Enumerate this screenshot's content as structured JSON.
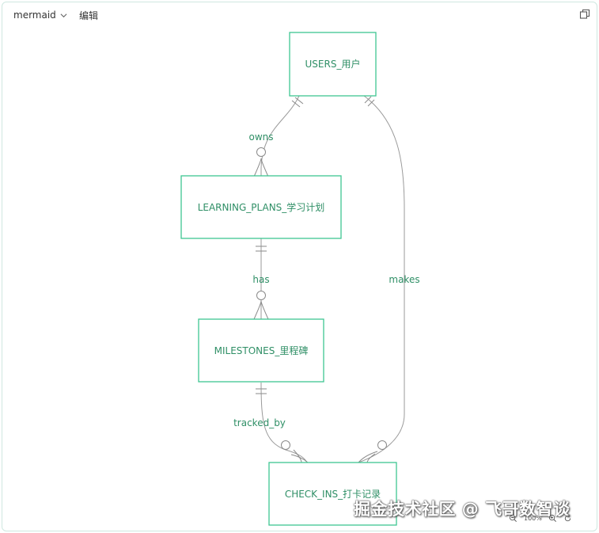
{
  "toolbar": {
    "language": "mermaid",
    "edit_label": "编辑"
  },
  "diagram": {
    "entities": {
      "users": "USERS_用户",
      "learning_plans": "LEARNING_PLANS_学习计划",
      "milestones": "MILESTONES_里程碑",
      "check_ins": "CHECK_INS_打卡记录"
    },
    "relationships": {
      "owns": "owns",
      "has": "has",
      "makes": "makes",
      "tracked_by": "tracked_by"
    }
  },
  "watermark": "掘金技术社区 @ 飞哥数智谈",
  "zoom": {
    "level": "100%"
  },
  "colors": {
    "entity_stroke": "#3ec592",
    "label_text": "#2f8f66",
    "edge": "#9a9a9a"
  }
}
